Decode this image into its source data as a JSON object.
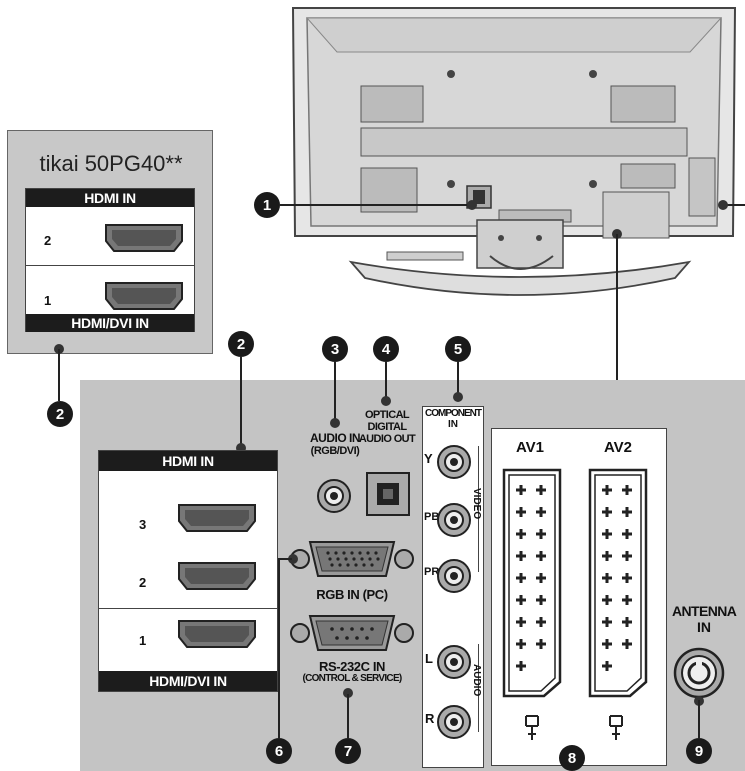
{
  "inset": {
    "model_title": "tikai 50PG40**",
    "hdmi_in": "HDMI IN",
    "hdmi_dvi_in": "HDMI/DVI IN",
    "port_numbers": [
      "2",
      "1"
    ]
  },
  "panel": {
    "hdmi_in": "HDMI IN",
    "hdmi_dvi_in": "HDMI/DVI IN",
    "hdmi_port_numbers": [
      "3",
      "2",
      "1"
    ],
    "audio_in_line1": "AUDIO IN",
    "audio_in_line2": "(RGB/DVI)",
    "optical_line1": "OPTICAL",
    "optical_line2": "DIGITAL",
    "optical_line3": "AUDIO OUT",
    "component_line1": "COMPONENT",
    "component_line2": "IN",
    "comp_y": "Y",
    "comp_pb": "PB",
    "comp_pr": "PR",
    "comp_l": "L",
    "comp_r": "R",
    "video_label": "VIDEO",
    "audio_label": "AUDIO",
    "rgb_in": "RGB IN (PC)",
    "rs232_line1": "RS-232C IN",
    "rs232_line2": "(CONTROL & SERVICE)",
    "av1": "AV1",
    "av2": "AV2",
    "antenna_line1": "ANTENNA",
    "antenna_line2": "IN"
  },
  "callouts": [
    "1",
    "2",
    "2",
    "3",
    "4",
    "5",
    "6",
    "7",
    "8",
    "9"
  ],
  "colors": {
    "panel_bg": "#c4c4c4",
    "tv_body": "#dcdcdc",
    "label_bar": "#1c1c1c"
  }
}
